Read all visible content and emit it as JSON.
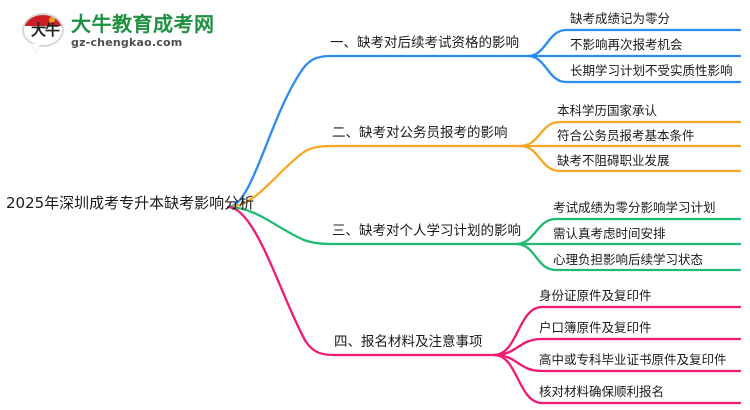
{
  "logo": {
    "mark_text": "大牛",
    "title": "大牛教育成考网",
    "subtitle": "gz-chengkao.com",
    "title_color": "#1e9140",
    "mark_color": "#cf1f26"
  },
  "mindmap": {
    "root": "2025年深圳成考专升本缺考影响分析",
    "branches": [
      {
        "label": "一、缺考对后续考试资格的影响",
        "color": "#2d8cf0",
        "children": [
          "缺考成绩记为零分",
          "不影响再次报考机会",
          "长期学习计划不受实质性影响"
        ]
      },
      {
        "label": "二、缺考对公务员报考的影响",
        "color": "#f5a623",
        "children": [
          "本科学历国家承认",
          "符合公务员报考基本条件",
          "缺考不阻碍职业发展"
        ]
      },
      {
        "label": "三、缺考对个人学习计划的影响",
        "color": "#21ba72",
        "children": [
          "考试成绩为零分影响学习计划",
          "需认真考虑时间安排",
          "心理负担影响后续学习状态"
        ]
      },
      {
        "label": "四、报名材料及注意事项",
        "color": "#ef1a74",
        "children": [
          "身份证原件及复印件",
          "户口簿原件及复印件",
          "高中或专科毕业证书原件及复印件",
          "核对材料确保顺利报名"
        ]
      }
    ]
  }
}
